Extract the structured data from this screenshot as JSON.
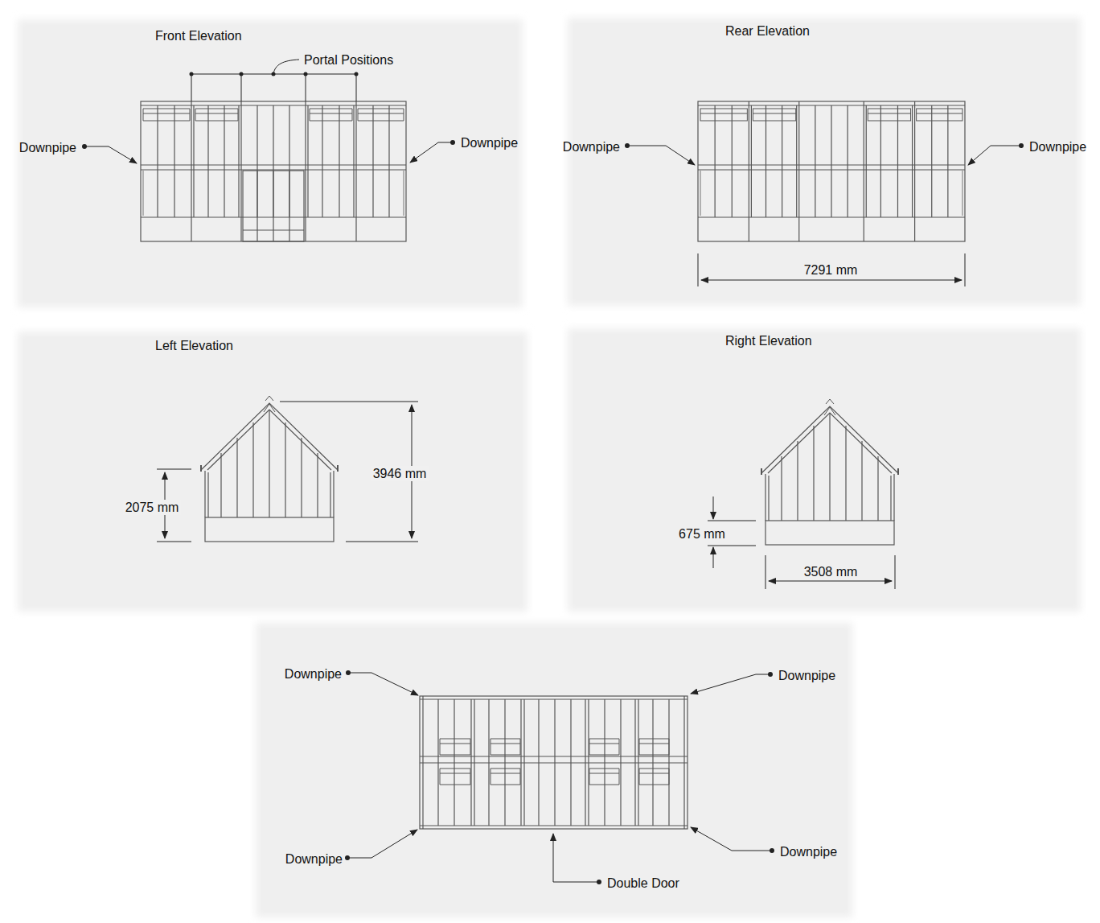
{
  "diagram": {
    "labels": [
      "Front Elevation",
      "Portal Positions",
      "Downpipe",
      "Downpipe",
      "Rear Elevation",
      "Downpipe",
      "Downpipe",
      "7291 mm",
      "Left Elevation",
      "2075 mm",
      "3946 mm",
      "Right Elevation",
      "675 mm",
      "3508 mm",
      "Downpipe",
      "Downpipe",
      "Downpipe",
      "Downpipe",
      "Double Door"
    ]
  }
}
